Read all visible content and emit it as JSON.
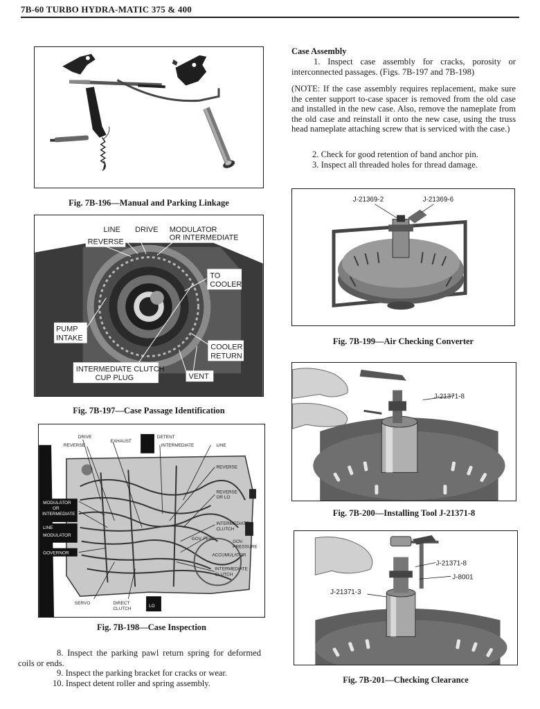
{
  "header": {
    "page_title": "7B-60  TURBO HYDRA-MATIC 375 & 400"
  },
  "figures": {
    "fig196": {
      "caption": "Fig. 7B-196—Manual and Parking Linkage"
    },
    "fig197": {
      "caption": "Fig. 7B-197—Case Passage Identification",
      "labels": {
        "line": "LINE",
        "drive": "DRIVE",
        "modulator1": "MODULATOR",
        "modulator2": "OR INTERMEDIATE",
        "reverse": "REVERSE",
        "to": "TO",
        "cooler": "COOLER",
        "pump": "PUMP",
        "intake": "INTAKE",
        "cooler2": "COOLER",
        "return": "RETURN",
        "clutch1": "INTERMEDIATE CLUTCH",
        "clutch2": "CUP PLUG",
        "vent": "VENT"
      }
    },
    "fig198": {
      "caption": "Fig. 7B-198—Case Inspection",
      "labels": {
        "drive": "DRIVE",
        "reverse": "REVERSE",
        "exhaust": "EXHAUST",
        "detent": "DETENT",
        "intermediate": "INTERMEDIATE",
        "line": "LINE",
        "reverse_r": "REVERSE",
        "reverse_or_lo1": "REVERSE",
        "reverse_or_lo2": "OR LO",
        "modulator_or": "MODULATOR",
        "or": "OR",
        "intermediate_l": "INTERMEDIATE",
        "line_l": "LINE",
        "modulator_l": "MODULATOR",
        "governor": "GOVERNOR",
        "int_clutch1": "INTERMEDIATE",
        "int_clutch2": "CLUTCH",
        "gov_feed": "GOV. FEED",
        "gov_pressure1": "GOV.",
        "gov_pressure2": "PRESSURE",
        "accumulator": "ACCUMULATOR",
        "int_clutch3": "INTERMEDIATE",
        "int_clutch4": "CLUTCH",
        "servo": "SERVO",
        "direct1": "DIRECT",
        "direct2": "CLUTCH",
        "lo": "LO"
      }
    },
    "fig199": {
      "caption": "Fig. 7B-199—Air Checking Converter",
      "labels": {
        "tool_a": "J-21369-2",
        "tool_b": "J-21369-6"
      }
    },
    "fig200": {
      "caption": "Fig. 7B-200—Installing Tool J-21371-8",
      "labels": {
        "tool": "J-21371-8"
      }
    },
    "fig201": {
      "caption": "Fig. 7B-201—Checking Clearance",
      "labels": {
        "tool_a": "J-21371-8",
        "tool_b": "J-8001",
        "tool_c": "J-21371-3"
      }
    }
  },
  "left_text": {
    "item8": "8. Inspect the parking pawl return spring for deformed coils or ends.",
    "item9": "9. Inspect the parking bracket for cracks or wear.",
    "item10": "10. Inspect detent roller and spring assembly."
  },
  "right_text": {
    "heading": "Case Assembly",
    "item1": "1. Inspect case assembly for cracks, porosity or interconnected passages. (Figs. 7B-197 and 7B-198)",
    "note": "(NOTE: If the case assembly requires replacement, make sure the center support to-case spacer is removed from the old case and installed in the new case. Also, remove the nameplate from the old case and reinstall it onto the new case, using the truss head nameplate attaching screw that is serviced with the case.)",
    "item2": "2. Check for good retention of band anchor pin.",
    "item3": "3. Inspect all threaded holes for thread damage."
  }
}
